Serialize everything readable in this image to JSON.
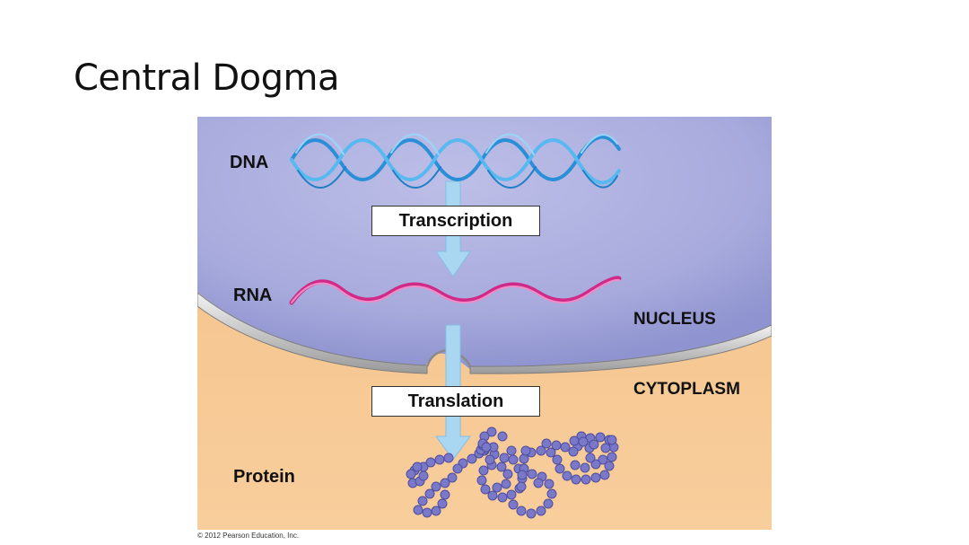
{
  "slide": {
    "title": "Central Dogma"
  },
  "diagram": {
    "dna_label": "DNA",
    "rna_label": "RNA",
    "protein_label": "Protein",
    "nucleus_label": "NUCLEUS",
    "cytoplasm_label": "CYTOPLASM",
    "steps": [
      {
        "label": "Transcription"
      },
      {
        "label": "Translation"
      }
    ],
    "colors": {
      "nucleus": "#a6a9d9",
      "cytoplasm": "#f6c890",
      "dna": "#3aa6e8",
      "rna": "#e0409a",
      "arrow": "#a9d6f0",
      "protein": "#7a78c8"
    }
  },
  "footer": {
    "copyright": "© 2012 Pearson Education, Inc."
  }
}
